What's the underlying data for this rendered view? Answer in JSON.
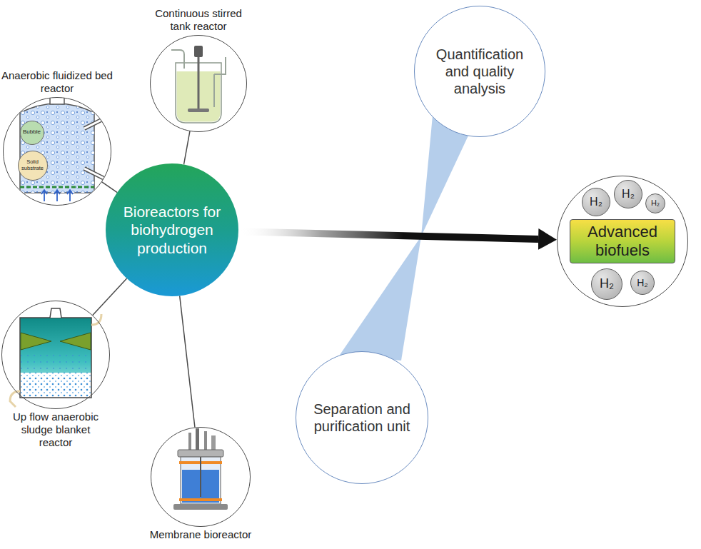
{
  "diagram": {
    "nodes": [
      {
        "text": [
          "Continuous stirred tank reactor"
        ]
      },
      {
        "text": [
          "Anaerobic fluidized bed reactor"
        ]
      },
      {
        "text": [
          "Bubble"
        ],
        "in": 1
      },
      {
        "text": [
          "Solid substrate"
        ],
        "in": 1
      },
      {
        "text": [
          "Bioreactors for biohydrogen production"
        ]
      },
      {
        "text": [
          "Quantification and quality analysis"
        ]
      },
      {
        "text": [
          "Up flow anaerobic sludge blanket reactor"
        ]
      },
      {
        "text": [
          "Separation and purification unit"
        ]
      },
      {
        "text": [
          "Membrane bioreactor"
        ]
      },
      {
        "text": [
          "Advanced biofuels"
        ]
      }
    ],
    "edges": [
      {
        "from": 4,
        "to": 0,
        "arrow": "none"
      },
      {
        "from": 4,
        "to": 1,
        "arrow": "none"
      },
      {
        "from": 4,
        "to": 6,
        "arrow": "none"
      },
      {
        "from": 4,
        "to": 8,
        "arrow": "none"
      },
      {
        "from": 4,
        "to": 9,
        "arrow": "to"
      }
    ],
    "labels": [
      "H₂",
      "H₂",
      "H₂",
      "H₂",
      "H₂"
    ]
  }
}
